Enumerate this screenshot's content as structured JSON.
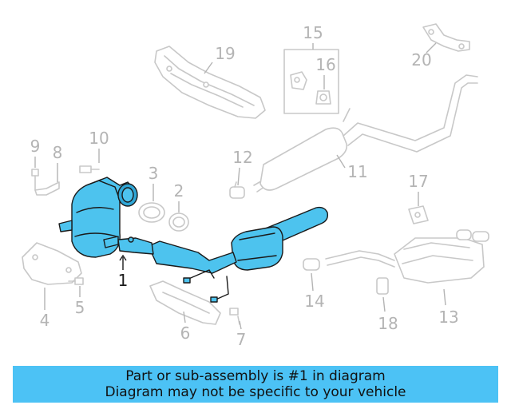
{
  "callouts": {
    "c1": "1",
    "c2": "2",
    "c3": "3",
    "c4": "4",
    "c5": "5",
    "c6": "6",
    "c7": "7",
    "c8": "8",
    "c9": "9",
    "c10": "10",
    "c11": "11",
    "c12": "12",
    "c13": "13",
    "c14": "14",
    "c15": "15",
    "c16": "16",
    "c17": "17",
    "c18": "18",
    "c19": "19",
    "c20": "20"
  },
  "banner": {
    "line1": "Part or sub-assembly is #1 in diagram",
    "line2": "Diagram may not be specific to your vehicle"
  },
  "colors": {
    "highlight": "#4dc3ee",
    "banner": "#4cc2f5",
    "other_parts": "#c8c8c8"
  }
}
